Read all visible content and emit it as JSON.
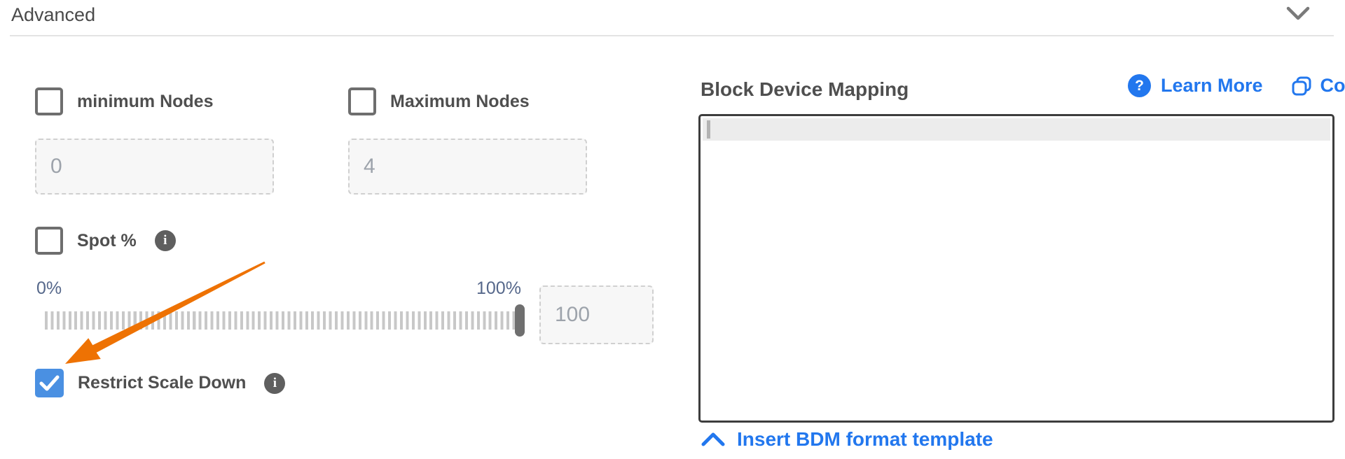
{
  "header": {
    "title": "Advanced"
  },
  "advanced_section": {
    "min_nodes": {
      "label": "minimum Nodes",
      "checked": false,
      "value": "0"
    },
    "max_nodes": {
      "label": "Maximum Nodes",
      "checked": false,
      "value": "4"
    },
    "spot_pct": {
      "label": "Spot %",
      "checked": false
    },
    "spot_slider": {
      "min_label": "0%",
      "max_label": "100%",
      "value": "100"
    },
    "restrict_scale_down": {
      "label": "Restrict Scale Down",
      "checked": true
    }
  },
  "bdm": {
    "title": "Block Device Mapping",
    "learn_more_label": "Learn More",
    "copy_label": "Copy",
    "editor_text": "",
    "insert_template_label": "Insert BDM format template"
  },
  "icons": {
    "info_glyph": "i",
    "help_glyph": "?"
  },
  "colors": {
    "link_blue": "#2277ee",
    "checkbox_checked_blue": "#4a90e2",
    "annotation_orange": "#ee7203",
    "editor_border": "#3d3d3d"
  }
}
